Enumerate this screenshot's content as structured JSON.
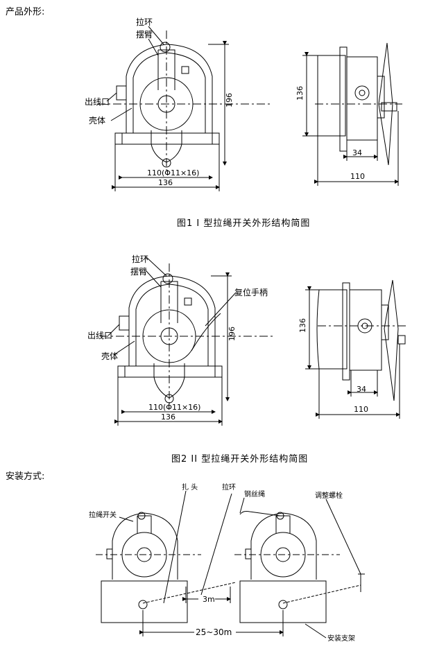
{
  "sections": {
    "appearance": "产品外形:",
    "installation": "安装方式:"
  },
  "figure1": {
    "caption": "图1 I 型拉绳开关外形结构简图",
    "labels": {
      "ring": "拉环",
      "arm": "摆臂",
      "outlet": "出线口",
      "shell": "壳体"
    },
    "dims": {
      "height": "196",
      "hole": "110(Φ11×16)",
      "width": "136",
      "side_height": "136",
      "side_offset": "34",
      "side_width": "110"
    }
  },
  "figure2": {
    "caption": "图2 II 型拉绳开关外形结构简图",
    "labels": {
      "ring": "拉环",
      "arm": "摆臂",
      "reset": "复位手柄",
      "outlet": "出线口",
      "shell": "壳体"
    },
    "dims": {
      "height": "196",
      "hole": "110(Φ11×16)",
      "width": "136",
      "side_height": "136",
      "side_offset": "34",
      "side_width": "110"
    }
  },
  "install": {
    "labels": {
      "switch": "拉绳开关",
      "tie": "扎 头",
      "ring": "拉环",
      "wire": "钢丝绳",
      "screw": "调整螺栓",
      "span": "3m",
      "distance": "25~30m",
      "bracket": "安装支架"
    }
  }
}
